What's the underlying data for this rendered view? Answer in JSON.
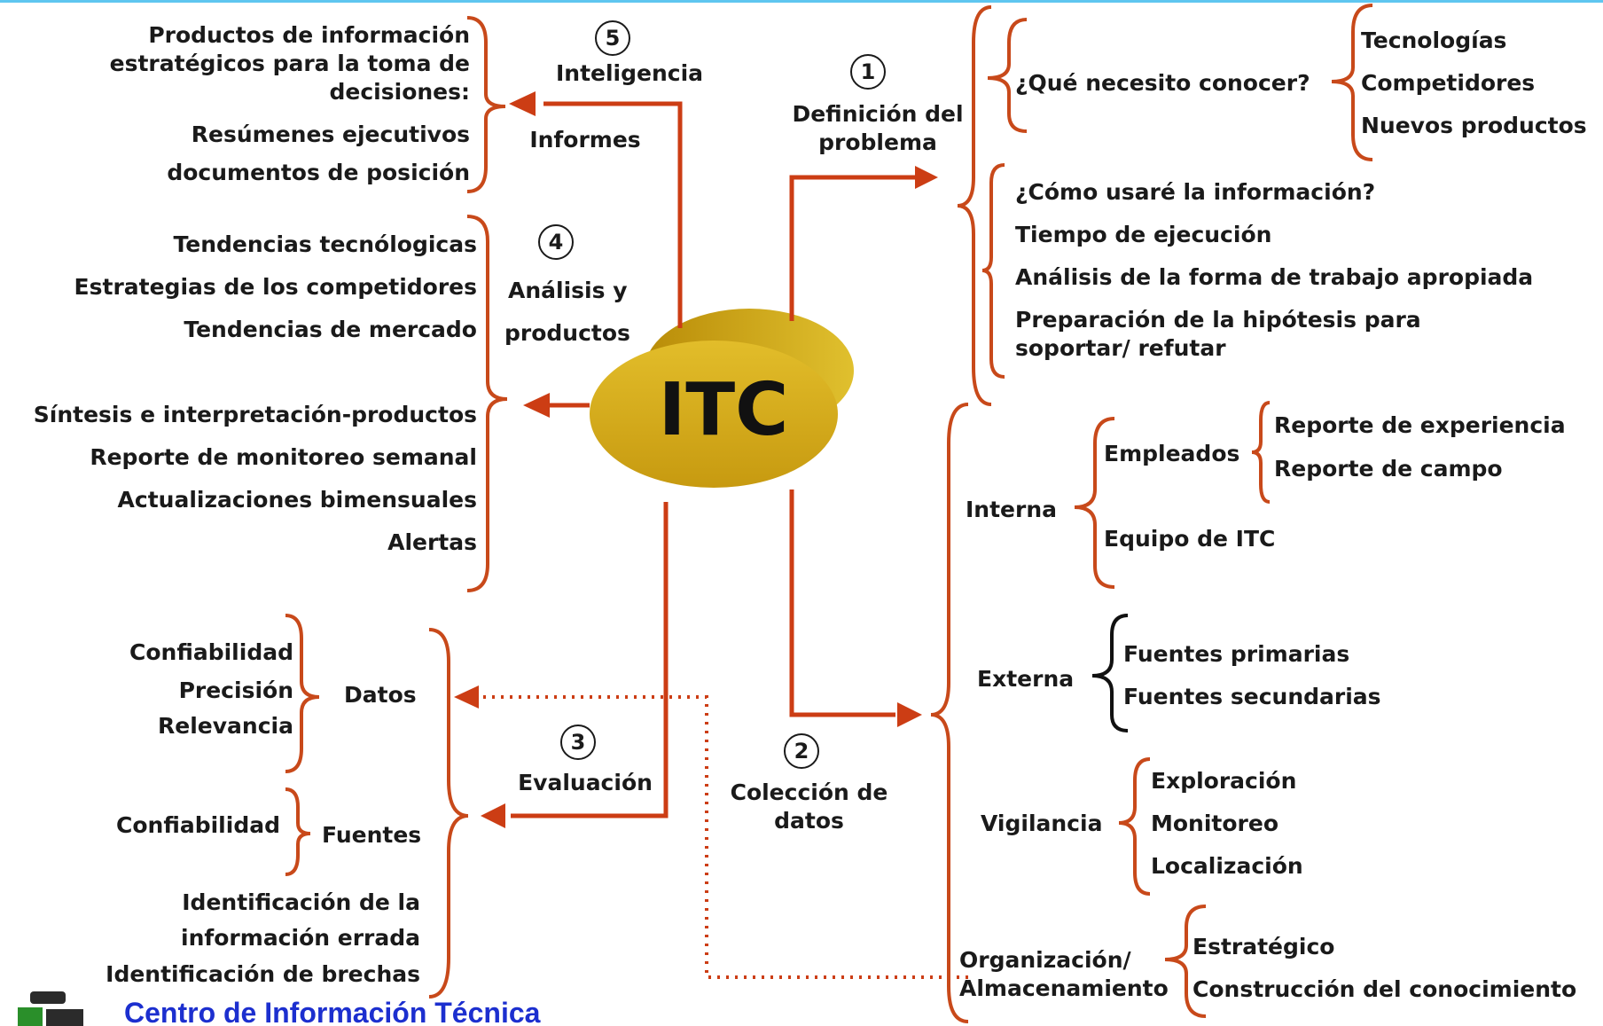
{
  "center": {
    "label": "ITC"
  },
  "step1": {
    "number": "1",
    "title_line1": "Definición del",
    "title_line2": "problema",
    "q1": "¿Qué necesito conocer?",
    "q1_items": [
      "Tecnologías",
      "Competidores",
      "Nuevos productos"
    ],
    "items": [
      "¿Cómo usaré la información?",
      "Tiempo de ejecución",
      "Análisis de la forma de trabajo apropiada",
      "Preparación de la hipótesis para",
      "soportar/ refutar"
    ]
  },
  "step2": {
    "number": "2",
    "title_line1": "Colección de",
    "title_line2": "datos",
    "interna": {
      "label": "Interna",
      "empleados": "Empleados",
      "empleados_items": [
        "Reporte de experiencia",
        "Reporte de campo"
      ],
      "equipo": "Equipo de ITC"
    },
    "externa": {
      "label": "Externa",
      "items": [
        "Fuentes primarias",
        "Fuentes secundarias"
      ]
    },
    "vigilancia": {
      "label": "Vigilancia",
      "items": [
        "Exploración",
        "Monitoreo",
        "Localización"
      ]
    },
    "organizacion": {
      "label_line1": "Organización/",
      "label_line2": "Almacenamiento",
      "items": [
        "Estratégico",
        "Construcción del conocimiento"
      ]
    }
  },
  "step3": {
    "number": "3",
    "title": "Evaluación",
    "datos": {
      "label": "Datos",
      "items": [
        "Confiabilidad",
        "Precisión",
        "Relevancia"
      ]
    },
    "fuentes": {
      "label": "Fuentes",
      "items": [
        "Confiabilidad"
      ]
    },
    "extra": [
      "Identificación de la",
      "información errada",
      "Identificación de brechas"
    ]
  },
  "step4": {
    "number": "4",
    "title_line1": "Análisis y",
    "title_line2": "productos",
    "items_top": [
      "Tendencias  tecnólogicas",
      "Estrategias de los competidores",
      "Tendencias de mercado"
    ],
    "items_bottom": [
      "Síntesis e interpretación-productos",
      "Reporte de monitoreo semanal",
      "Actualizaciones bimensuales",
      "Alertas"
    ]
  },
  "step5": {
    "number": "5",
    "title": "Inteligencia",
    "subtitle": "Informes",
    "items": [
      "Productos de información",
      "estratégicos para la toma de",
      "decisiones:",
      "Resúmenes ejecutivos",
      "documentos de posición"
    ]
  },
  "footer": {
    "text": "Centro de Información Técnica"
  },
  "colors": {
    "arrow": "#cc3d14",
    "bracket": "#c8491a",
    "ellipse": "#d4a818",
    "footer_text": "#1c2fcf"
  }
}
